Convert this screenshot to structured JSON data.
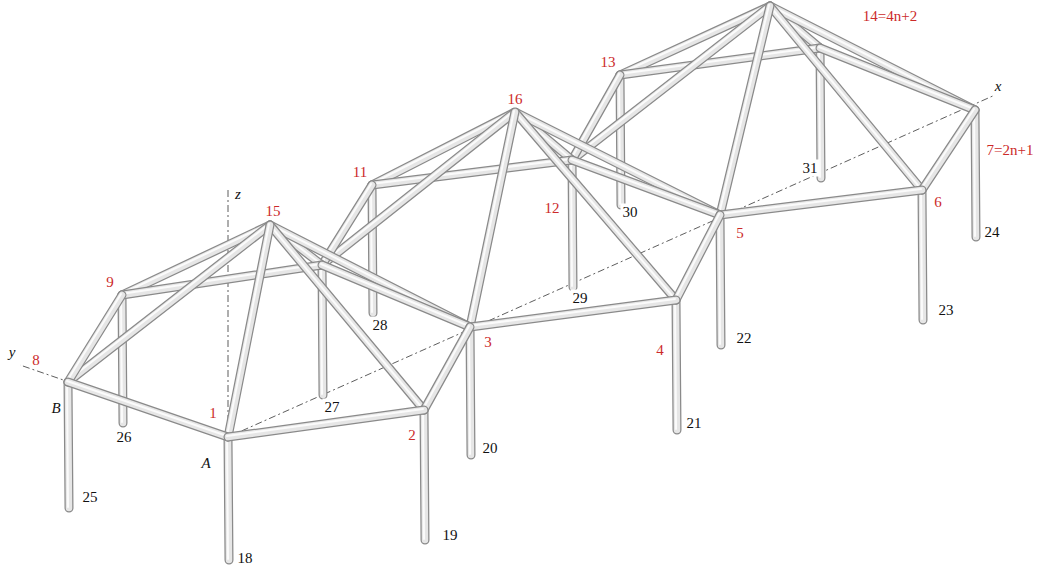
{
  "diagram": {
    "labels": [
      "1",
      "2",
      "3",
      "4",
      "5",
      "6",
      "7=2n+1",
      "8",
      "9",
      "11",
      "12",
      "13",
      "14=4n+2",
      "15",
      "16",
      "18",
      "19",
      "20",
      "21",
      "22",
      "23",
      "24",
      "25",
      "26",
      "27",
      "28",
      "29",
      "30",
      "31",
      "x",
      "y",
      "z",
      "A",
      "B"
    ]
  }
}
